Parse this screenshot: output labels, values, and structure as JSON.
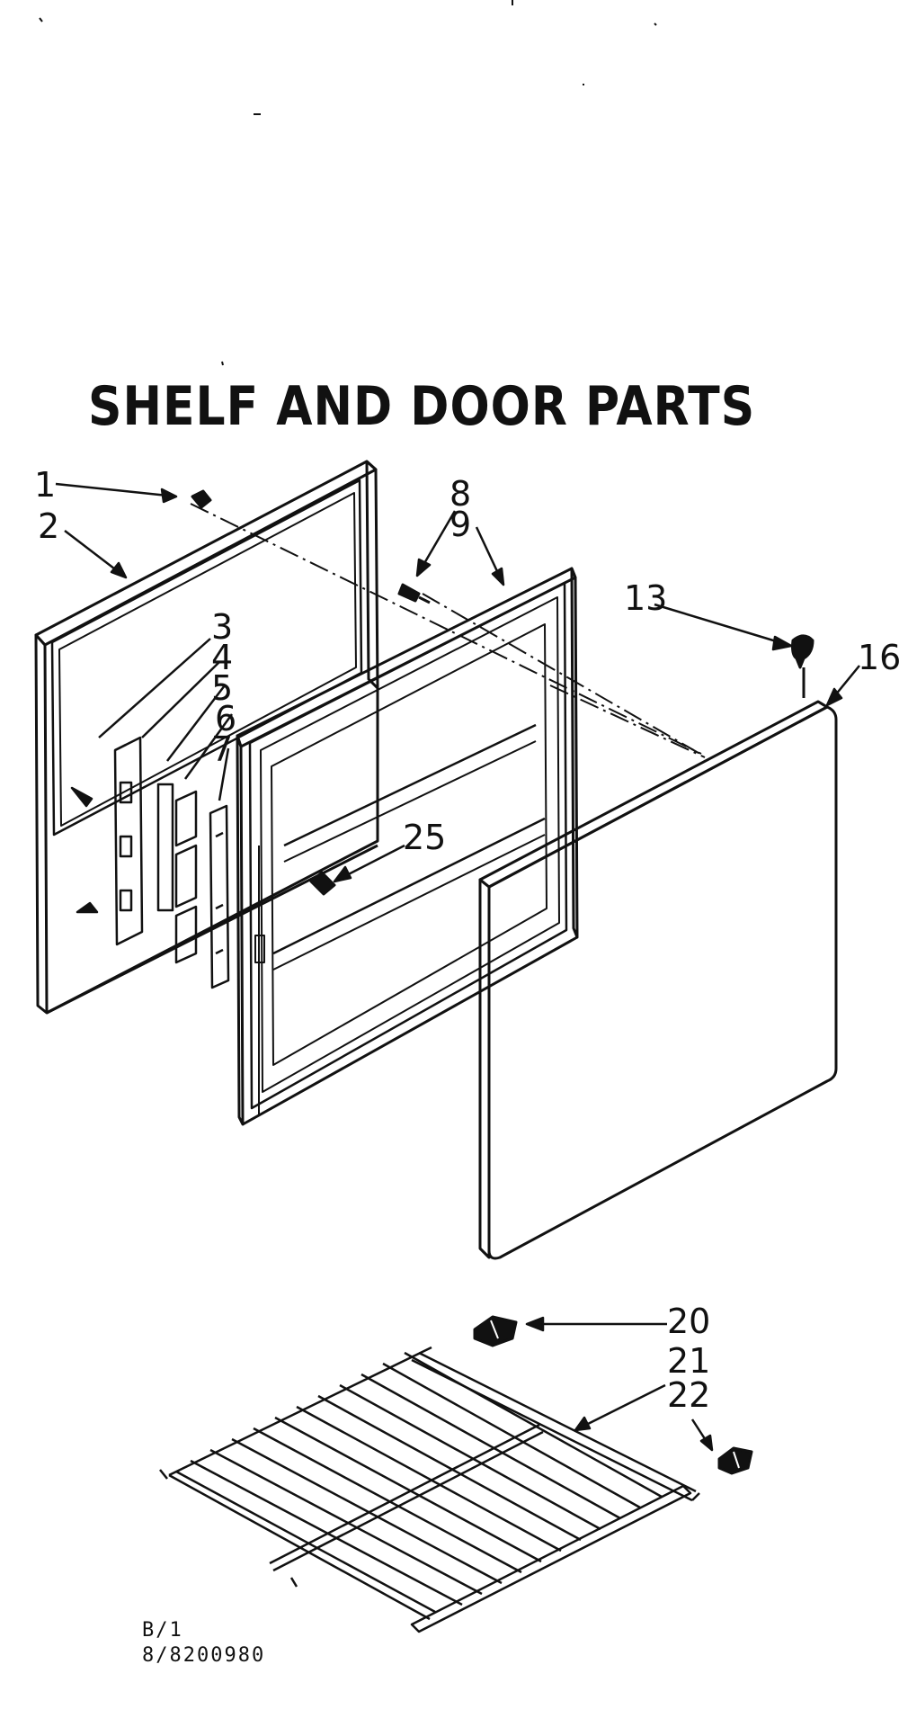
{
  "title": "SHELF AND DOOR PARTS",
  "callouts": {
    "c1": "1",
    "c2": "2",
    "c3": "3",
    "c4": "4",
    "c5": "5",
    "c6": "6",
    "c7": "7",
    "c8": "8",
    "c9": "9",
    "c13": "13",
    "c16": "16",
    "c20": "20",
    "c21": "21",
    "c22": "22",
    "c25": "25"
  },
  "footer": {
    "line1": "B/1",
    "line2": "8/8200980"
  },
  "colors": {
    "ink": "#111111",
    "paper": "#ffffff"
  }
}
